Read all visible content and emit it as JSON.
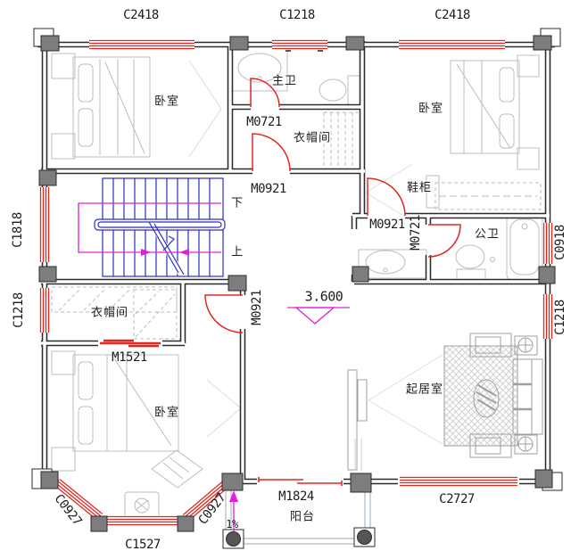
{
  "colors": {
    "wall": "#2b2b2b",
    "opening_red": "#e02820",
    "stair_blue": "#2a2ec4",
    "annotation_magenta": "#e020d8",
    "furniture_gray": "#bdbdbd",
    "column_gray": "#7d7d7d",
    "railing_blue": "#a9bdcb"
  },
  "windows": {
    "top_left": "C2418",
    "top_center": "C1218",
    "top_right": "C2418",
    "left_upper": "C1818",
    "left_lower": "C1218",
    "right_upper": "C0918",
    "right_lower": "C1218",
    "bay_left": "C0927",
    "bay_bottom": "C1527",
    "bay_right": "C0927",
    "bottom_right": "C2727"
  },
  "doors": {
    "master_bath": "M0721",
    "closet_top": "M0921",
    "bedroom_right": "M0921",
    "public_bath": "M0721",
    "closet_bottom": "M1521",
    "bedroom_bottom": "M0921",
    "balcony": "M1824"
  },
  "rooms": {
    "bedroom_top_left": "卧室",
    "bedroom_top_right": "卧室",
    "bedroom_bottom_left": "卧室",
    "master_bath": "主卫",
    "public_bath": "公卫",
    "closet_top": "衣帽间",
    "closet_bottom": "衣帽间",
    "shoe_cabinet": "鞋柜",
    "living_room": "起居室",
    "balcony": "阳台"
  },
  "annotations": {
    "floor_elevation": "3.600",
    "slope": "1%",
    "stair_down": "下",
    "stair_up": "上"
  }
}
